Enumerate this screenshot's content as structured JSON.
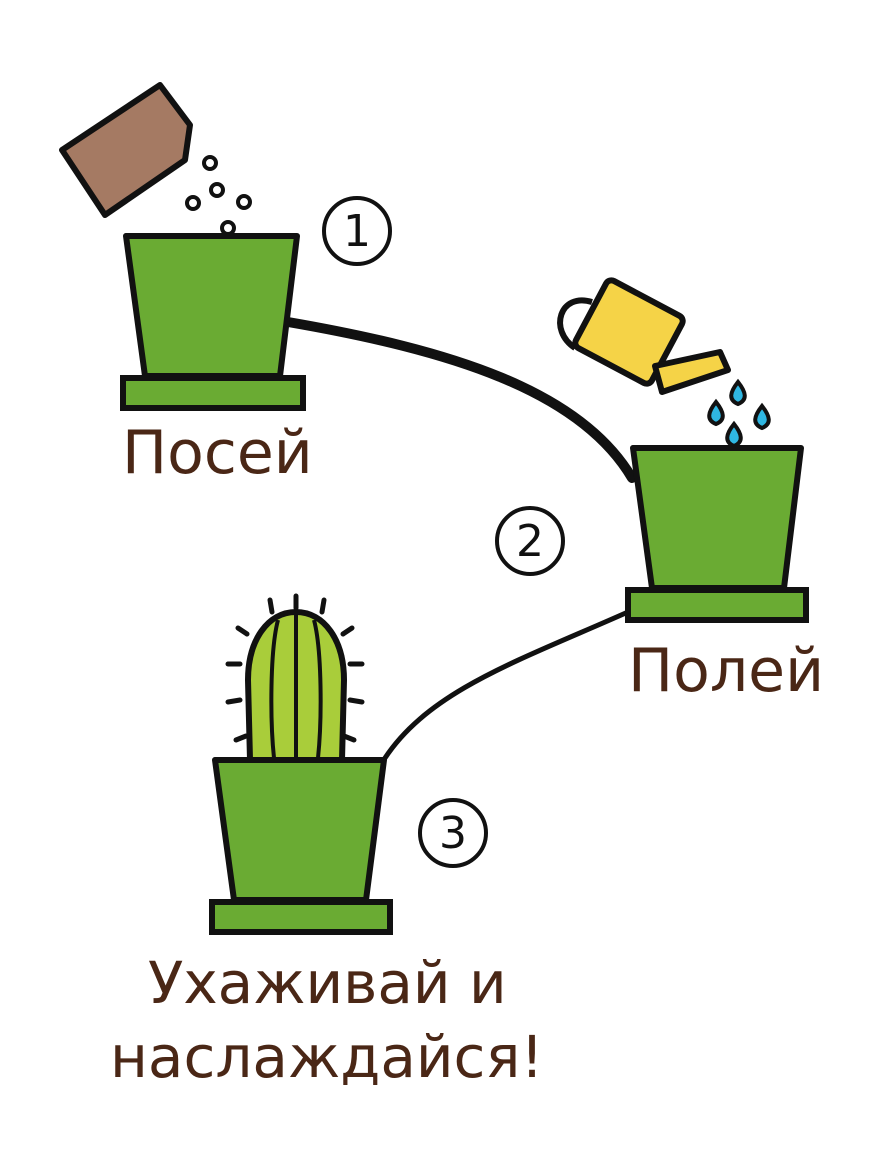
{
  "steps": [
    {
      "number": "1",
      "label": "Посей",
      "icon": "seed-packet-icon"
    },
    {
      "number": "2",
      "label": "Полей",
      "icon": "watering-can-icon"
    },
    {
      "number": "3",
      "label_line1": "Ухаживай и",
      "label_line2": "наслаждайся!",
      "icon": "cactus-icon"
    }
  ],
  "colors": {
    "pot": "#6aab33",
    "outline": "#111111",
    "text": "#4a2716",
    "seed_packet": "#a57a63",
    "watering_can": "#f5d347",
    "cactus": "#a9cd3a",
    "connector": "#111111"
  }
}
